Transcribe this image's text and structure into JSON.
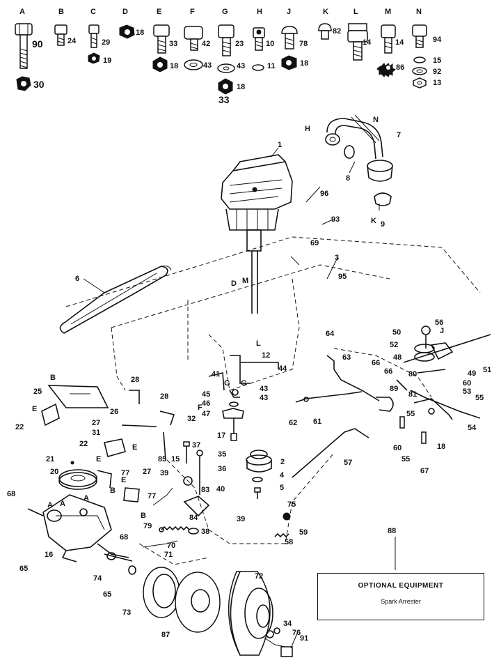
{
  "hardware_headers": [
    "A",
    "B",
    "C",
    "D",
    "E",
    "F",
    "G",
    "H",
    "J",
    "K",
    "L",
    "M",
    "N"
  ],
  "hardware_numbers": {
    "A": [
      "90",
      "30"
    ],
    "B": [
      "24"
    ],
    "C": [
      "29",
      "19"
    ],
    "D": [
      "18"
    ],
    "E": [
      "33",
      "18"
    ],
    "F": [
      "42",
      "43"
    ],
    "G": [
      "23",
      "43",
      "18",
      "33"
    ],
    "H": [
      "10",
      "11"
    ],
    "J": [
      "78",
      "18"
    ],
    "K": [
      "82"
    ],
    "L": [
      "14"
    ],
    "M": [
      "14",
      "86"
    ],
    "N": [
      "94",
      "15",
      "92",
      "13"
    ]
  },
  "callouts": [
    "1",
    "2",
    "3",
    "4",
    "5",
    "6",
    "7",
    "8",
    "9",
    "12",
    "16",
    "17",
    "18",
    "20",
    "21",
    "22",
    "22",
    "25",
    "26",
    "27",
    "27",
    "28",
    "28",
    "31",
    "32",
    "34",
    "35",
    "36",
    "37",
    "38",
    "39",
    "39",
    "40",
    "41",
    "43",
    "43",
    "44",
    "45",
    "46",
    "47",
    "48",
    "49",
    "50",
    "51",
    "52",
    "53",
    "54",
    "55",
    "55",
    "55",
    "56",
    "57",
    "58",
    "59",
    "60",
    "60",
    "61",
    "62",
    "63",
    "64",
    "65",
    "65",
    "66",
    "66",
    "67",
    "68",
    "68",
    "69",
    "70",
    "71",
    "72",
    "73",
    "74",
    "75",
    "76",
    "77",
    "77",
    "79",
    "80",
    "81",
    "83",
    "84",
    "85",
    "15",
    "87",
    "88",
    "89",
    "91",
    "93",
    "95",
    "96"
  ],
  "letter_tags": [
    "H",
    "N",
    "K",
    "D",
    "M",
    "L",
    "J",
    "B",
    "B",
    "E",
    "E",
    "E",
    "B",
    "A",
    "A",
    "A",
    "F",
    "G",
    "G",
    "E"
  ],
  "optional_equipment": {
    "title": "OPTIONAL EQUIPMENT",
    "item": "Spark Arrester"
  }
}
